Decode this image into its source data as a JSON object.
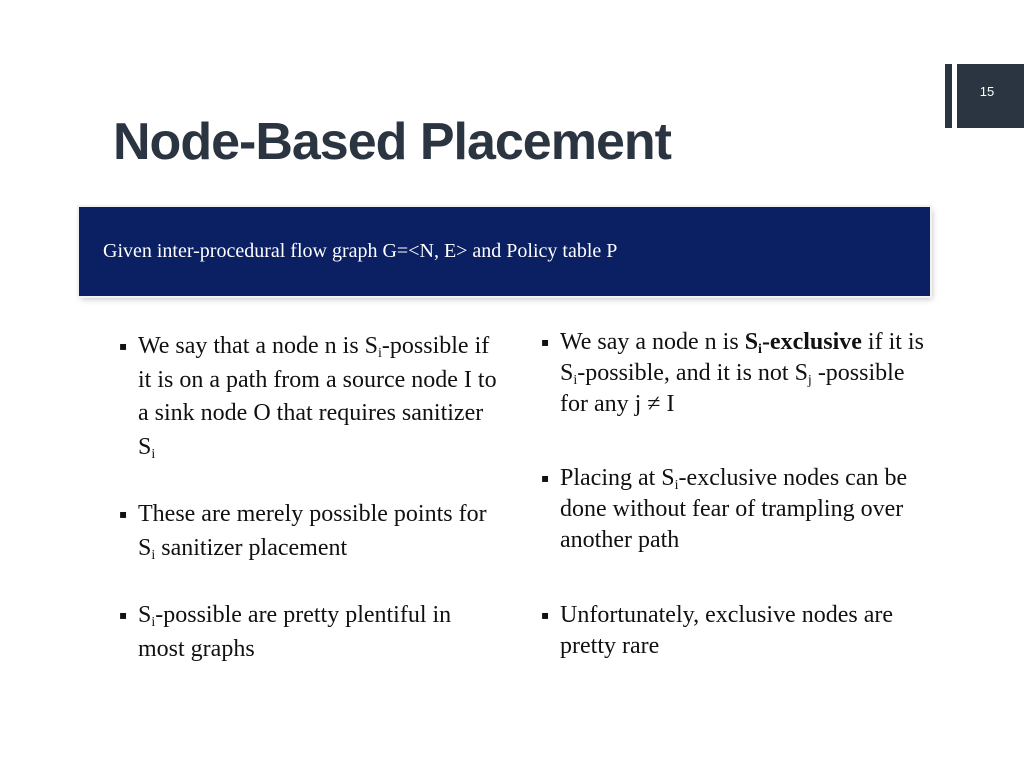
{
  "slide_number": "15",
  "title": "Node-Based Placement",
  "banner_text": "Given inter-procedural flow graph G=<N, E> and Policy table P",
  "bullet_marker": "▪",
  "left_column": {
    "b1": {
      "t1": "We say that a node n is S",
      "sub1": "i",
      "t2": "-possible if it is on a path from a source node I to a sink node O that requires sanitizer S",
      "sub2": "i"
    },
    "b2": {
      "t1": "These are merely possible points for S",
      "sub1": "i",
      "t2": " sanitizer placement"
    },
    "b3": {
      "t1": "S",
      "sub1": "i",
      "t2": "-possible are pretty plentiful in most graphs"
    }
  },
  "right_column": {
    "b1": {
      "t1": "We say a node n is ",
      "bold1": "S",
      "bold_sub": "i",
      "bold2": "-exclusive",
      "t2": " if it is S",
      "sub1": "i",
      "t3": "-possible, and it is not S",
      "sub2": "j",
      "t4": " -possible for any j ≠ I"
    },
    "b2": {
      "t1": "Placing at S",
      "sub1": "i",
      "t2": "-exclusive nodes can be done without fear of trampling over another path"
    },
    "b3": {
      "t1": "Unfortunately, exclusive nodes are pretty rare"
    }
  }
}
